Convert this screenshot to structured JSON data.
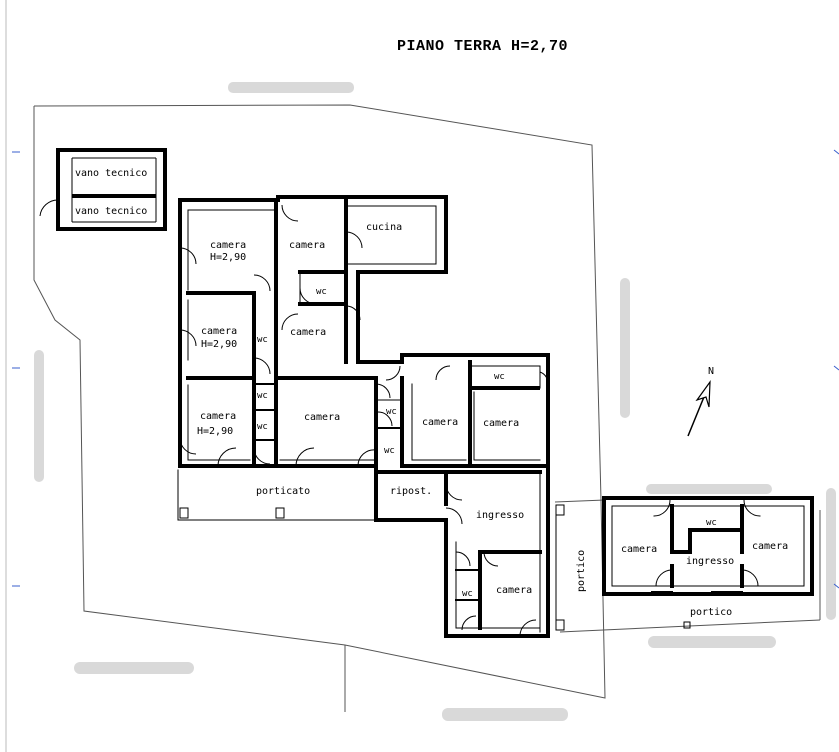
{
  "title": "PIANO TERRA H=2,70",
  "north": "N",
  "rooms": {
    "vano_tecnico_1": "vano tecnico",
    "vano_tecnico_2": "vano tecnico",
    "camera_a": "camera",
    "camera_a_h": "H=2,90",
    "camera_b": "camera",
    "camera_b_h": "H=2,90",
    "camera_c": "camera",
    "camera_c_h": "H=2,90",
    "camera_d": "camera",
    "cucina": "cucina",
    "wc_a": "wc",
    "camera_e": "camera",
    "wc_b": "wc",
    "wc_c": "wc",
    "wc_d": "wc",
    "camera_f": "camera",
    "wc_e": "wc",
    "wc_f": "wc",
    "camera_g": "camera",
    "wc_g": "wc",
    "camera_h": "camera",
    "porticato": "porticato",
    "ripost": "ripost.",
    "ingresso": "ingresso",
    "wc_h": "wc",
    "camera_i": "camera",
    "portico_v": "portico",
    "camera_j": "camera",
    "wc_i": "wc",
    "ingresso_2": "ingresso",
    "camera_k": "camera",
    "portico_h": "portico"
  }
}
